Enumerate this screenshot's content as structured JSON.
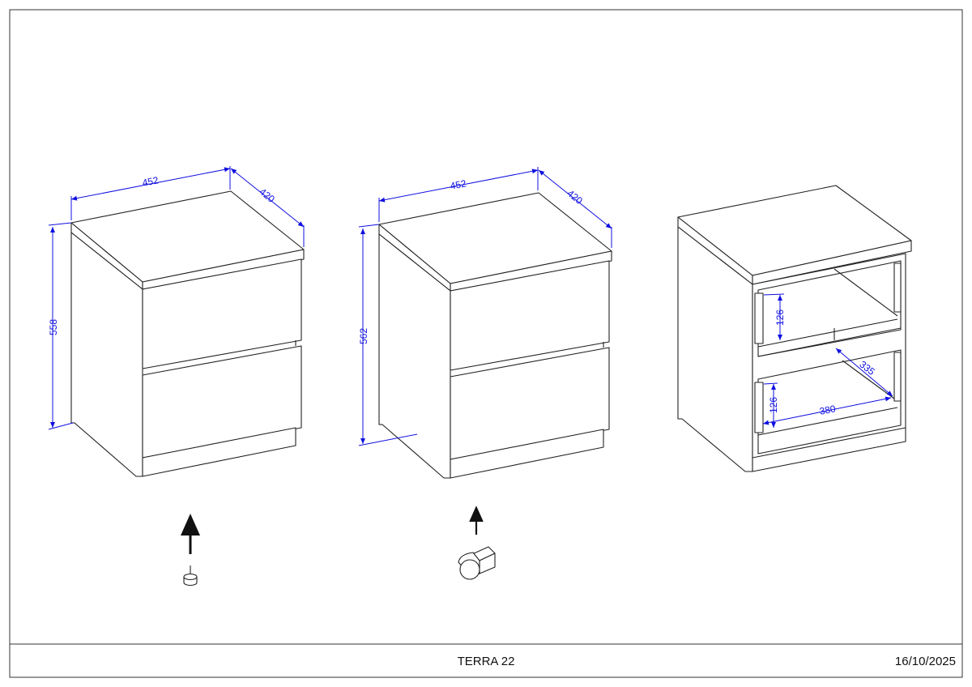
{
  "footer": {
    "title": "TERRA 22",
    "date": "16/10/2025"
  },
  "cabinets": [
    {
      "variant": "with-felt-glides",
      "width": "452",
      "depth": "420",
      "height": "558"
    },
    {
      "variant": "with-castors",
      "width": "452",
      "depth": "420",
      "height": "562"
    },
    {
      "variant": "interior-view",
      "drawer_height_top": "126",
      "drawer_height_bottom": "126",
      "drawer_width": "380",
      "drawer_depth": "335"
    }
  ],
  "colors": {
    "dimension": "#1010e0",
    "line": "#222222"
  }
}
